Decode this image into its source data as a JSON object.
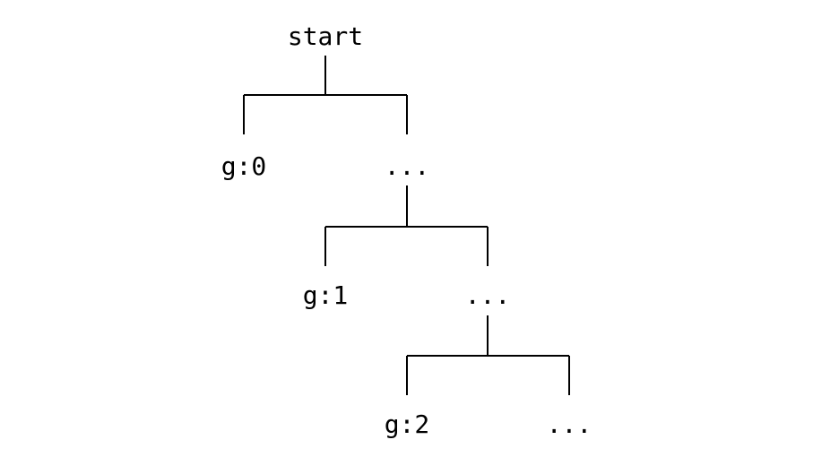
{
  "tree": {
    "root": {
      "label": "start",
      "children": [
        {
          "label": "g:0"
        },
        {
          "label": "...",
          "children": [
            {
              "label": "g:1"
            },
            {
              "label": "...",
              "children": [
                {
                  "label": "g:2"
                },
                {
                  "label": "..."
                }
              ]
            }
          ]
        }
      ]
    }
  },
  "colors": {
    "line": "#000000",
    "text": "#000000",
    "background": "#ffffff"
  }
}
